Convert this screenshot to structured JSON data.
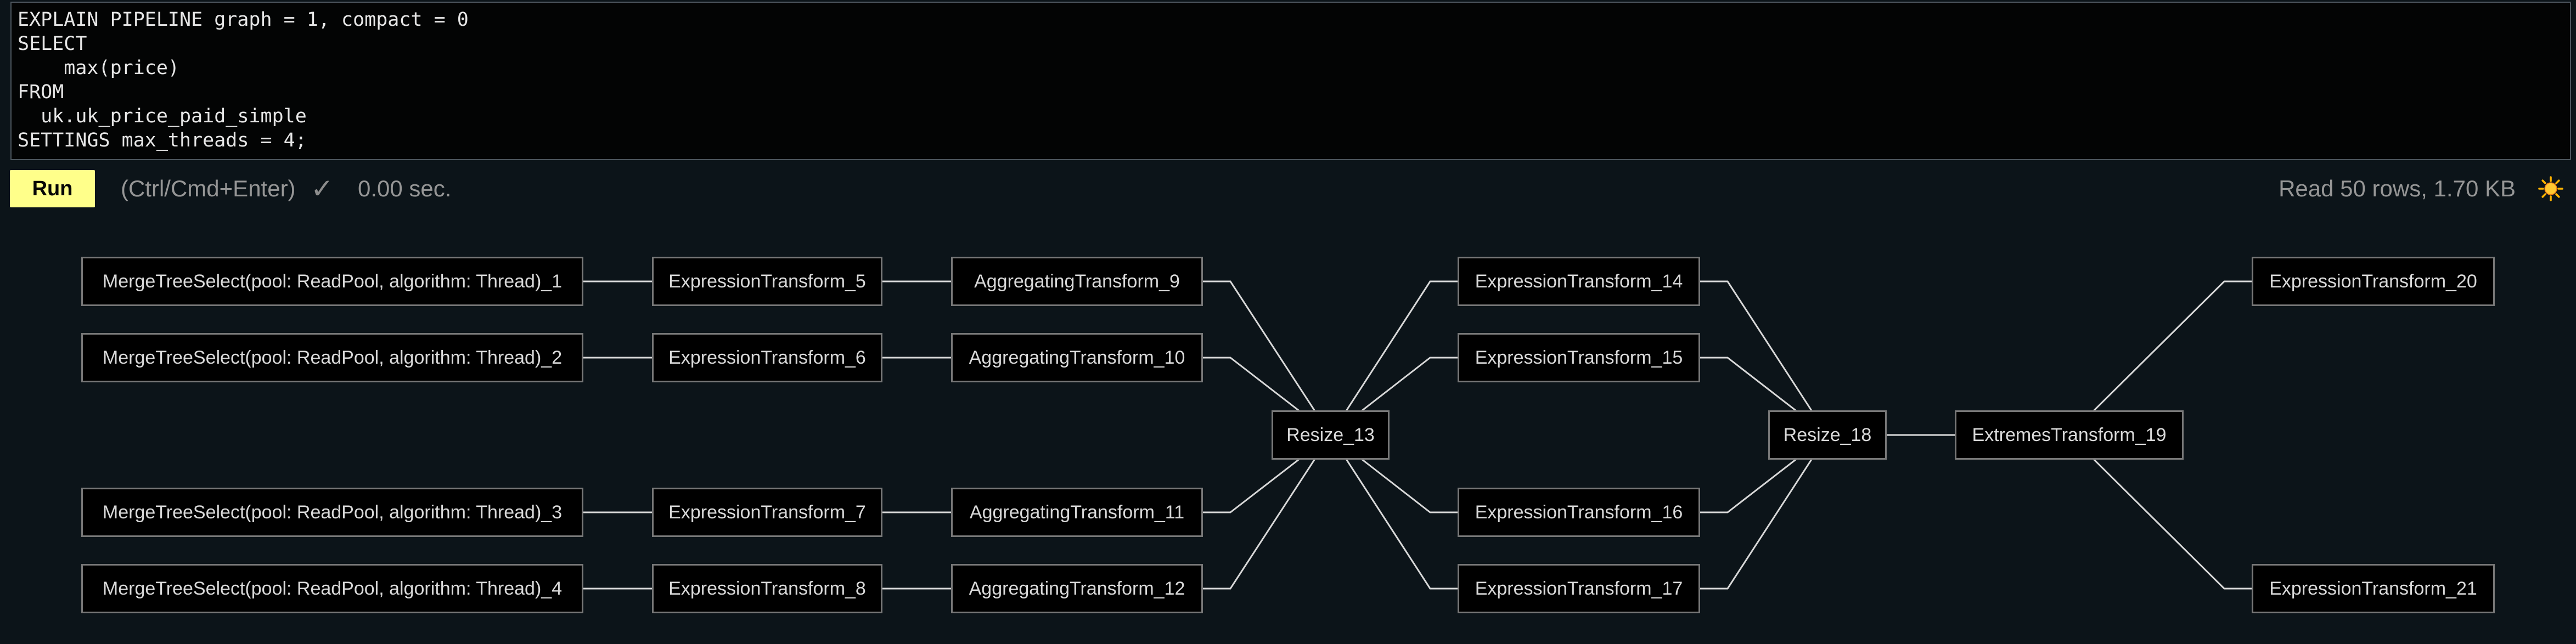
{
  "editor": {
    "query": "EXPLAIN PIPELINE graph = 1, compact = 0\nSELECT\n    max(price)\nFROM\n  uk.uk_price_paid_simple\nSETTINGS max_threads = 4;"
  },
  "toolbar": {
    "run_label": "Run",
    "shortcut_hint": "(Ctrl/Cmd+Enter)",
    "check_icon": "✓",
    "elapsed": "0.00 sec.",
    "stats": "Read 50 rows, 1.70 KB",
    "theme_icon": "sun-icon",
    "accent_color": "#ffff8a"
  },
  "graph": {
    "node_bg_color": "#000000",
    "node_border_color": "#787878",
    "edge_color": "#d9d9d9",
    "nodes": [
      {
        "id": "mt1",
        "label": "MergeTreeSelect(pool: ReadPool, algorithm: Thread)_1"
      },
      {
        "id": "mt2",
        "label": "MergeTreeSelect(pool: ReadPool, algorithm: Thread)_2"
      },
      {
        "id": "mt3",
        "label": "MergeTreeSelect(pool: ReadPool, algorithm: Thread)_3"
      },
      {
        "id": "mt4",
        "label": "MergeTreeSelect(pool: ReadPool, algorithm: Thread)_4"
      },
      {
        "id": "et5",
        "label": "ExpressionTransform_5"
      },
      {
        "id": "et6",
        "label": "ExpressionTransform_6"
      },
      {
        "id": "et7",
        "label": "ExpressionTransform_7"
      },
      {
        "id": "et8",
        "label": "ExpressionTransform_8"
      },
      {
        "id": "at9",
        "label": "AggregatingTransform_9"
      },
      {
        "id": "at10",
        "label": "AggregatingTransform_10"
      },
      {
        "id": "at11",
        "label": "AggregatingTransform_11"
      },
      {
        "id": "at12",
        "label": "AggregatingTransform_12"
      },
      {
        "id": "r13",
        "label": "Resize_13"
      },
      {
        "id": "et14",
        "label": "ExpressionTransform_14"
      },
      {
        "id": "et15",
        "label": "ExpressionTransform_15"
      },
      {
        "id": "et16",
        "label": "ExpressionTransform_16"
      },
      {
        "id": "et17",
        "label": "ExpressionTransform_17"
      },
      {
        "id": "r18",
        "label": "Resize_18"
      },
      {
        "id": "ext19",
        "label": "ExtremesTransform_19"
      },
      {
        "id": "et20",
        "label": "ExpressionTransform_20"
      },
      {
        "id": "et21",
        "label": "ExpressionTransform_21"
      }
    ],
    "edges": [
      [
        "mt1",
        "et5"
      ],
      [
        "mt2",
        "et6"
      ],
      [
        "mt3",
        "et7"
      ],
      [
        "mt4",
        "et8"
      ],
      [
        "et5",
        "at9"
      ],
      [
        "et6",
        "at10"
      ],
      [
        "et7",
        "at11"
      ],
      [
        "et8",
        "at12"
      ],
      [
        "at9",
        "r13"
      ],
      [
        "at10",
        "r13"
      ],
      [
        "at11",
        "r13"
      ],
      [
        "at12",
        "r13"
      ],
      [
        "r13",
        "et14"
      ],
      [
        "r13",
        "et15"
      ],
      [
        "r13",
        "et16"
      ],
      [
        "r13",
        "et17"
      ],
      [
        "et14",
        "r18"
      ],
      [
        "et15",
        "r18"
      ],
      [
        "et16",
        "r18"
      ],
      [
        "et17",
        "r18"
      ],
      [
        "r18",
        "ext19"
      ],
      [
        "ext19",
        "et20"
      ],
      [
        "ext19",
        "et21"
      ]
    ]
  }
}
